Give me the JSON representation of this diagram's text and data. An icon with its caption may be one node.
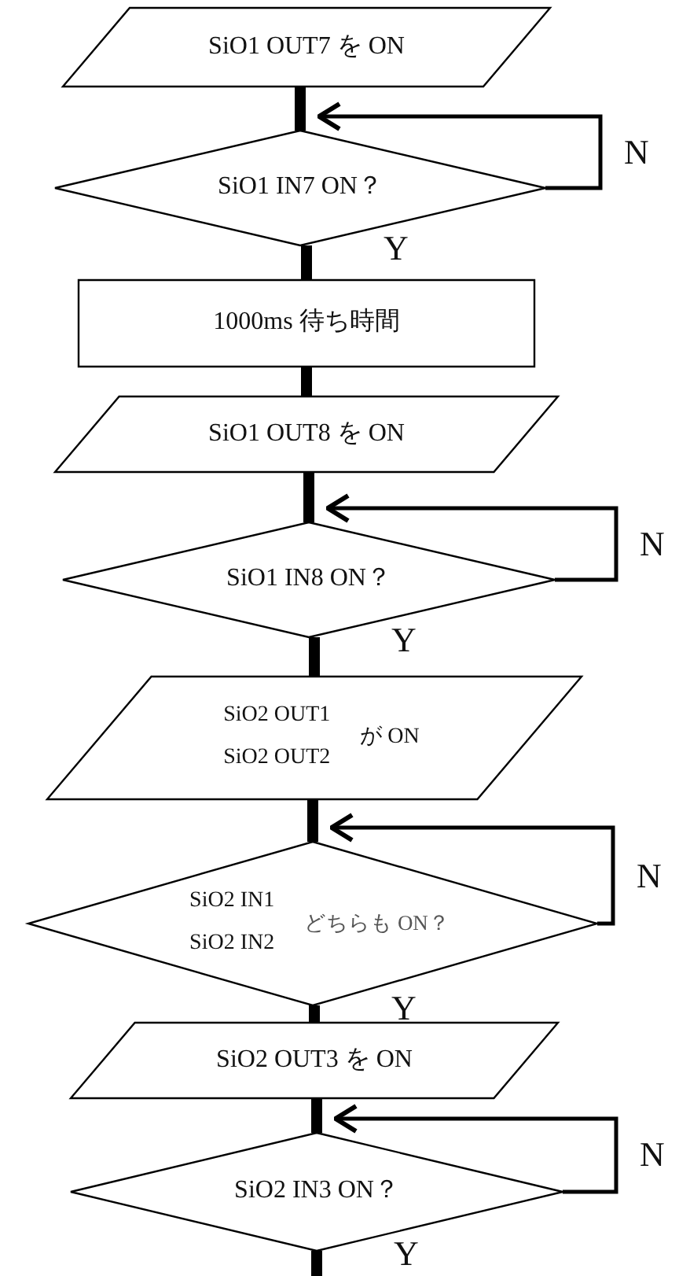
{
  "diagram": {
    "nodes": [
      {
        "text": [
          "SiO1 OUT7 を ON"
        ]
      },
      {
        "text": [
          "SiO1 IN7 ON？"
        ]
      },
      {
        "text": [
          "1000ms 待ち時間"
        ]
      },
      {
        "text": [
          "SiO1 OUT8 を ON"
        ]
      },
      {
        "text": [
          "SiO1 IN8 ON？"
        ]
      },
      {
        "text": [
          "SiO2 OUT1 SiO2 OUT2",
          "が ON"
        ]
      },
      {
        "text": [
          "SiO2 IN1 SiO2 IN2",
          "どちらも ON？"
        ]
      },
      {
        "text": [
          "SiO2 OUT3 を ON"
        ]
      },
      {
        "text": [
          "SiO2 IN3 ON？"
        ]
      }
    ],
    "edges": [
      {
        "from": 0,
        "to": 1,
        "arrow": "none"
      },
      {
        "from": 1,
        "to": 1,
        "arrow": "to",
        "label": "N"
      },
      {
        "from": 1,
        "to": 2,
        "arrow": "none",
        "label": "Y"
      },
      {
        "from": 2,
        "to": 3,
        "arrow": "none"
      },
      {
        "from": 3,
        "to": 4,
        "arrow": "none"
      },
      {
        "from": 4,
        "to": 4,
        "arrow": "to",
        "label": "N"
      },
      {
        "from": 4,
        "to": 5,
        "arrow": "none",
        "label": "Y"
      },
      {
        "from": 5,
        "to": 6,
        "arrow": "none"
      },
      {
        "from": 6,
        "to": 6,
        "arrow": "to",
        "label": "N"
      },
      {
        "from": 6,
        "to": 7,
        "arrow": "none",
        "label": "Y"
      },
      {
        "from": 7,
        "to": 8,
        "arrow": "none"
      },
      {
        "from": 8,
        "to": 8,
        "arrow": "to",
        "label": "N"
      },
      {
        "from": 8,
        "to": null,
        "arrow": "none",
        "label": "Y"
      }
    ]
  }
}
